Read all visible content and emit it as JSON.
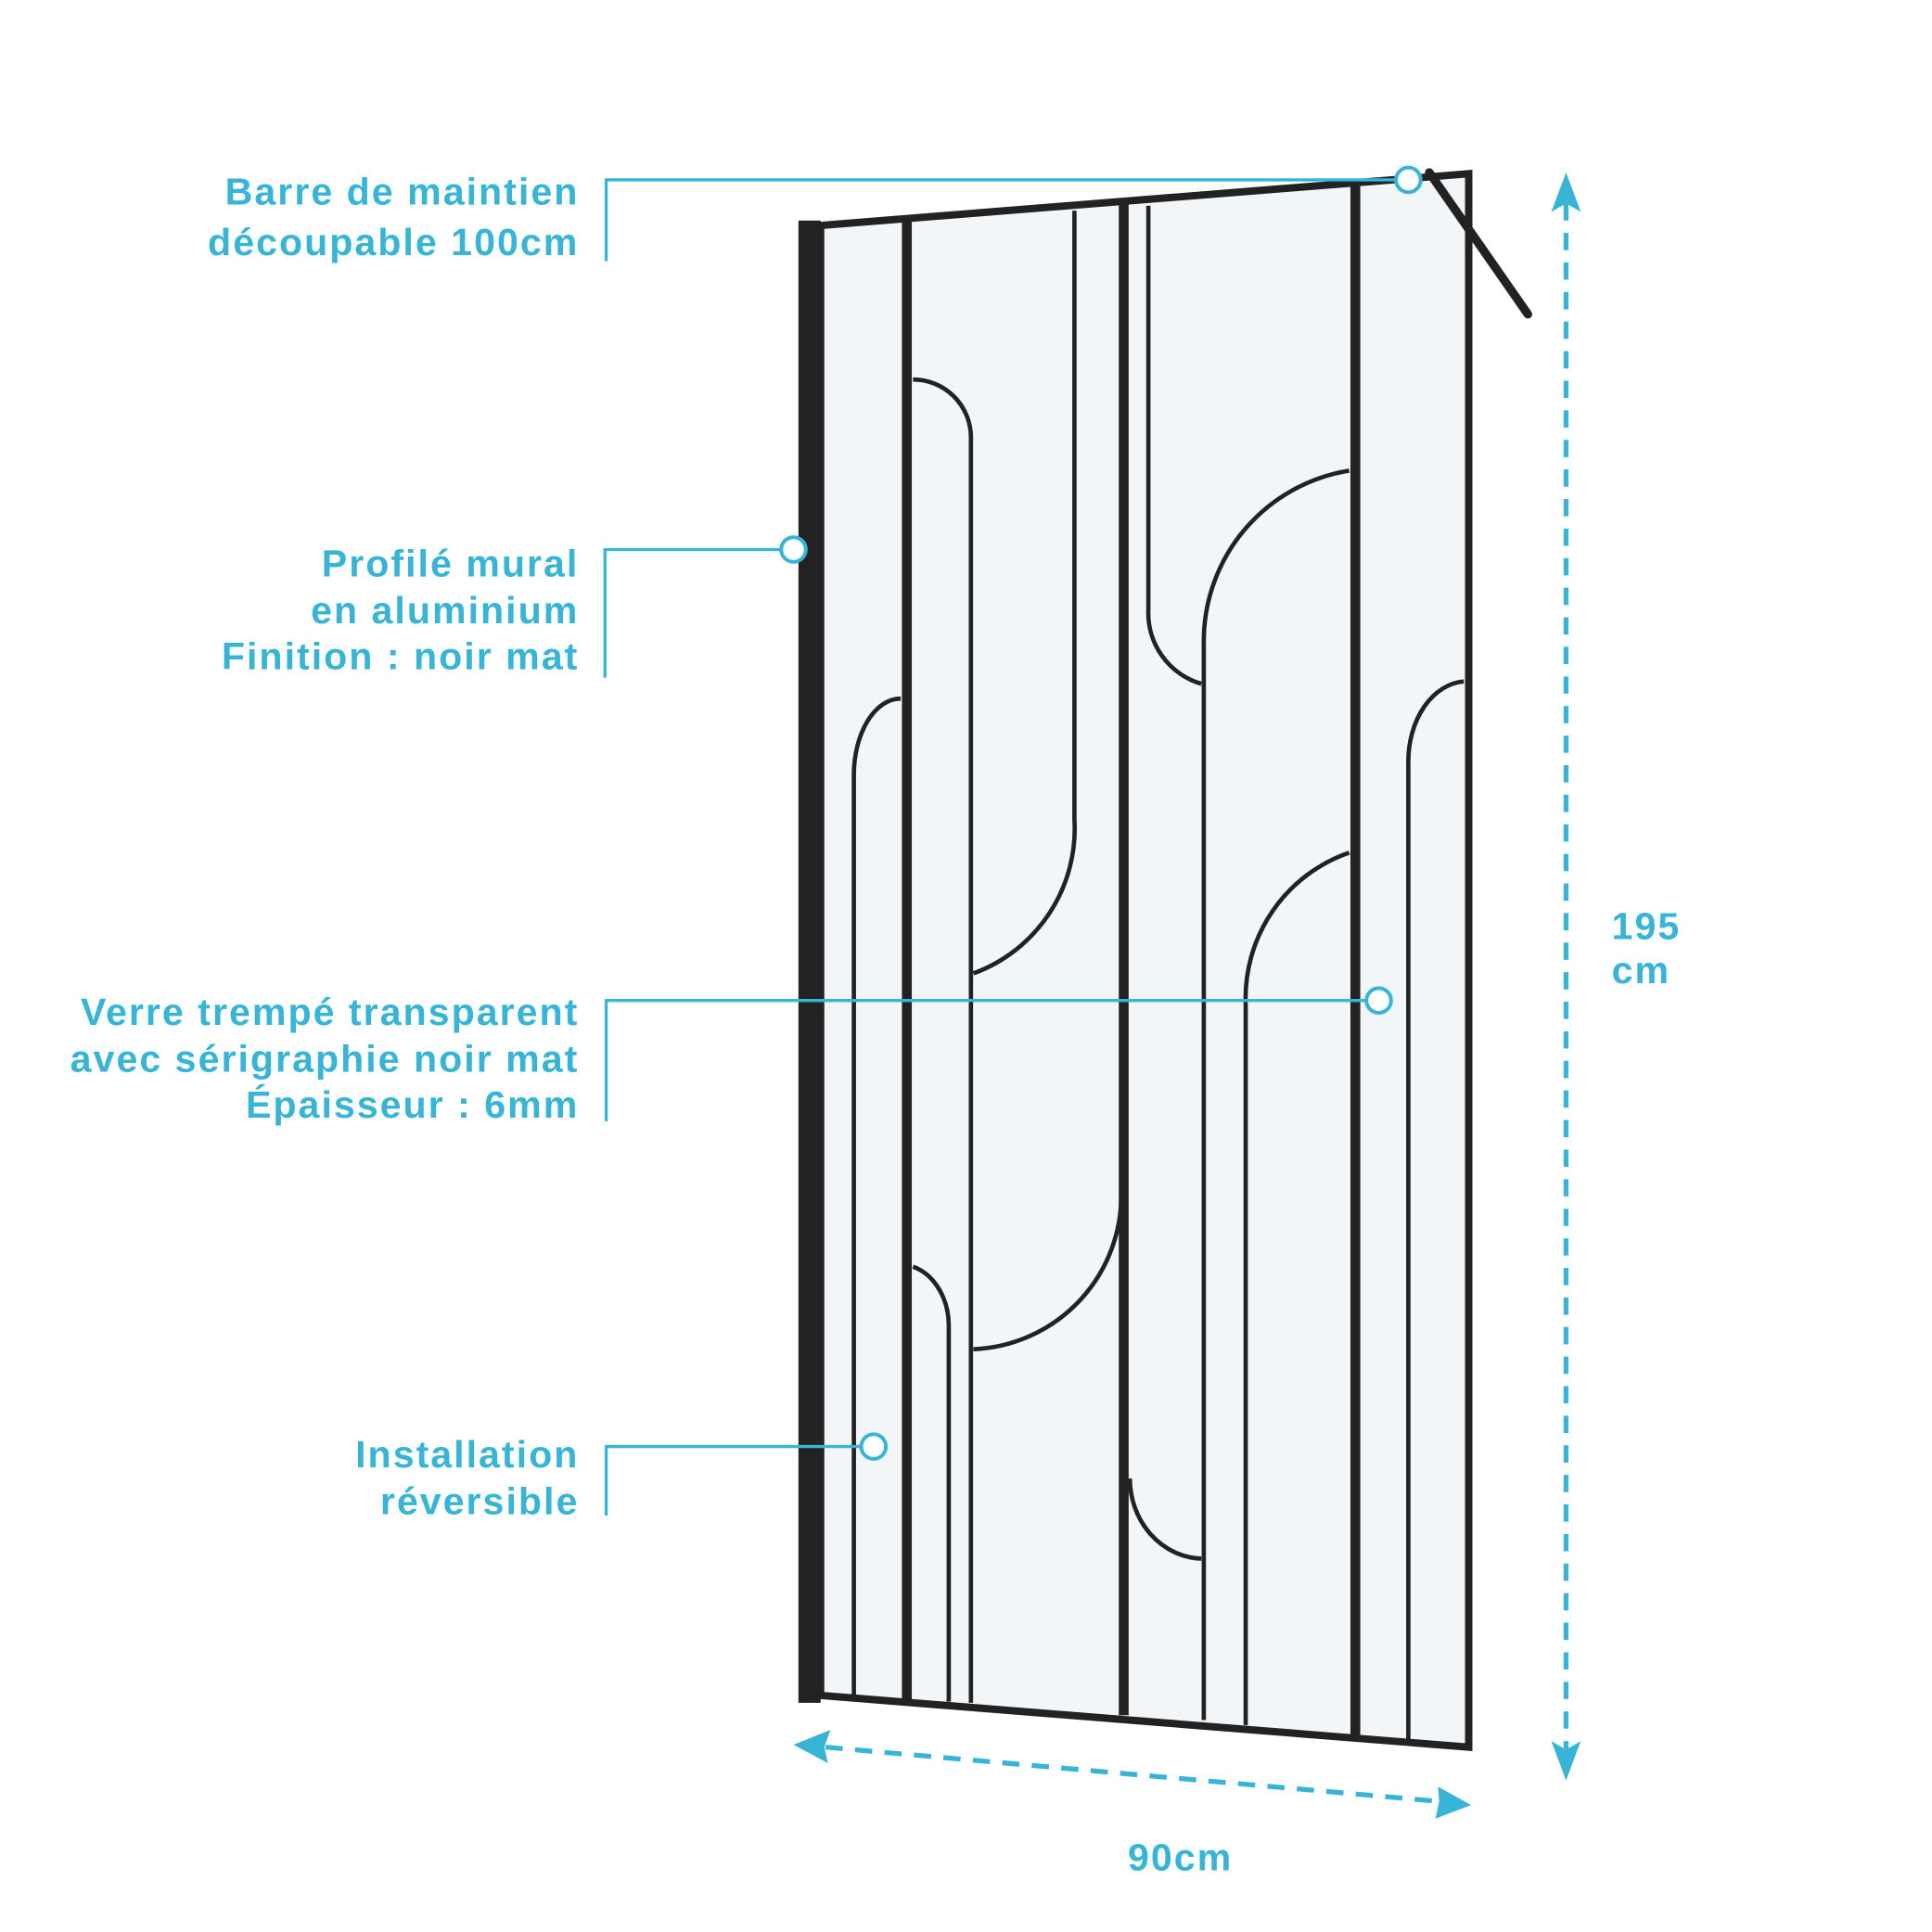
{
  "callouts": [
    {
      "lines": [
        "Barre de maintien",
        "découpable 100cm"
      ]
    },
    {
      "lines": [
        "Profilé mural",
        "en aluminium",
        "Finition : noir mat"
      ]
    },
    {
      "lines": [
        "Verre trempé transparent",
        "avec sérigraphie noir mat",
        "Épaisseur : 6mm"
      ]
    },
    {
      "lines": [
        "Installation",
        "réversible"
      ]
    }
  ],
  "dimensions": {
    "height_value": "195",
    "height_unit": "cm",
    "width": "90cm"
  },
  "colors": {
    "accent": "#37b4d6",
    "frame": "#222222",
    "glass": "#f3f6f9"
  }
}
